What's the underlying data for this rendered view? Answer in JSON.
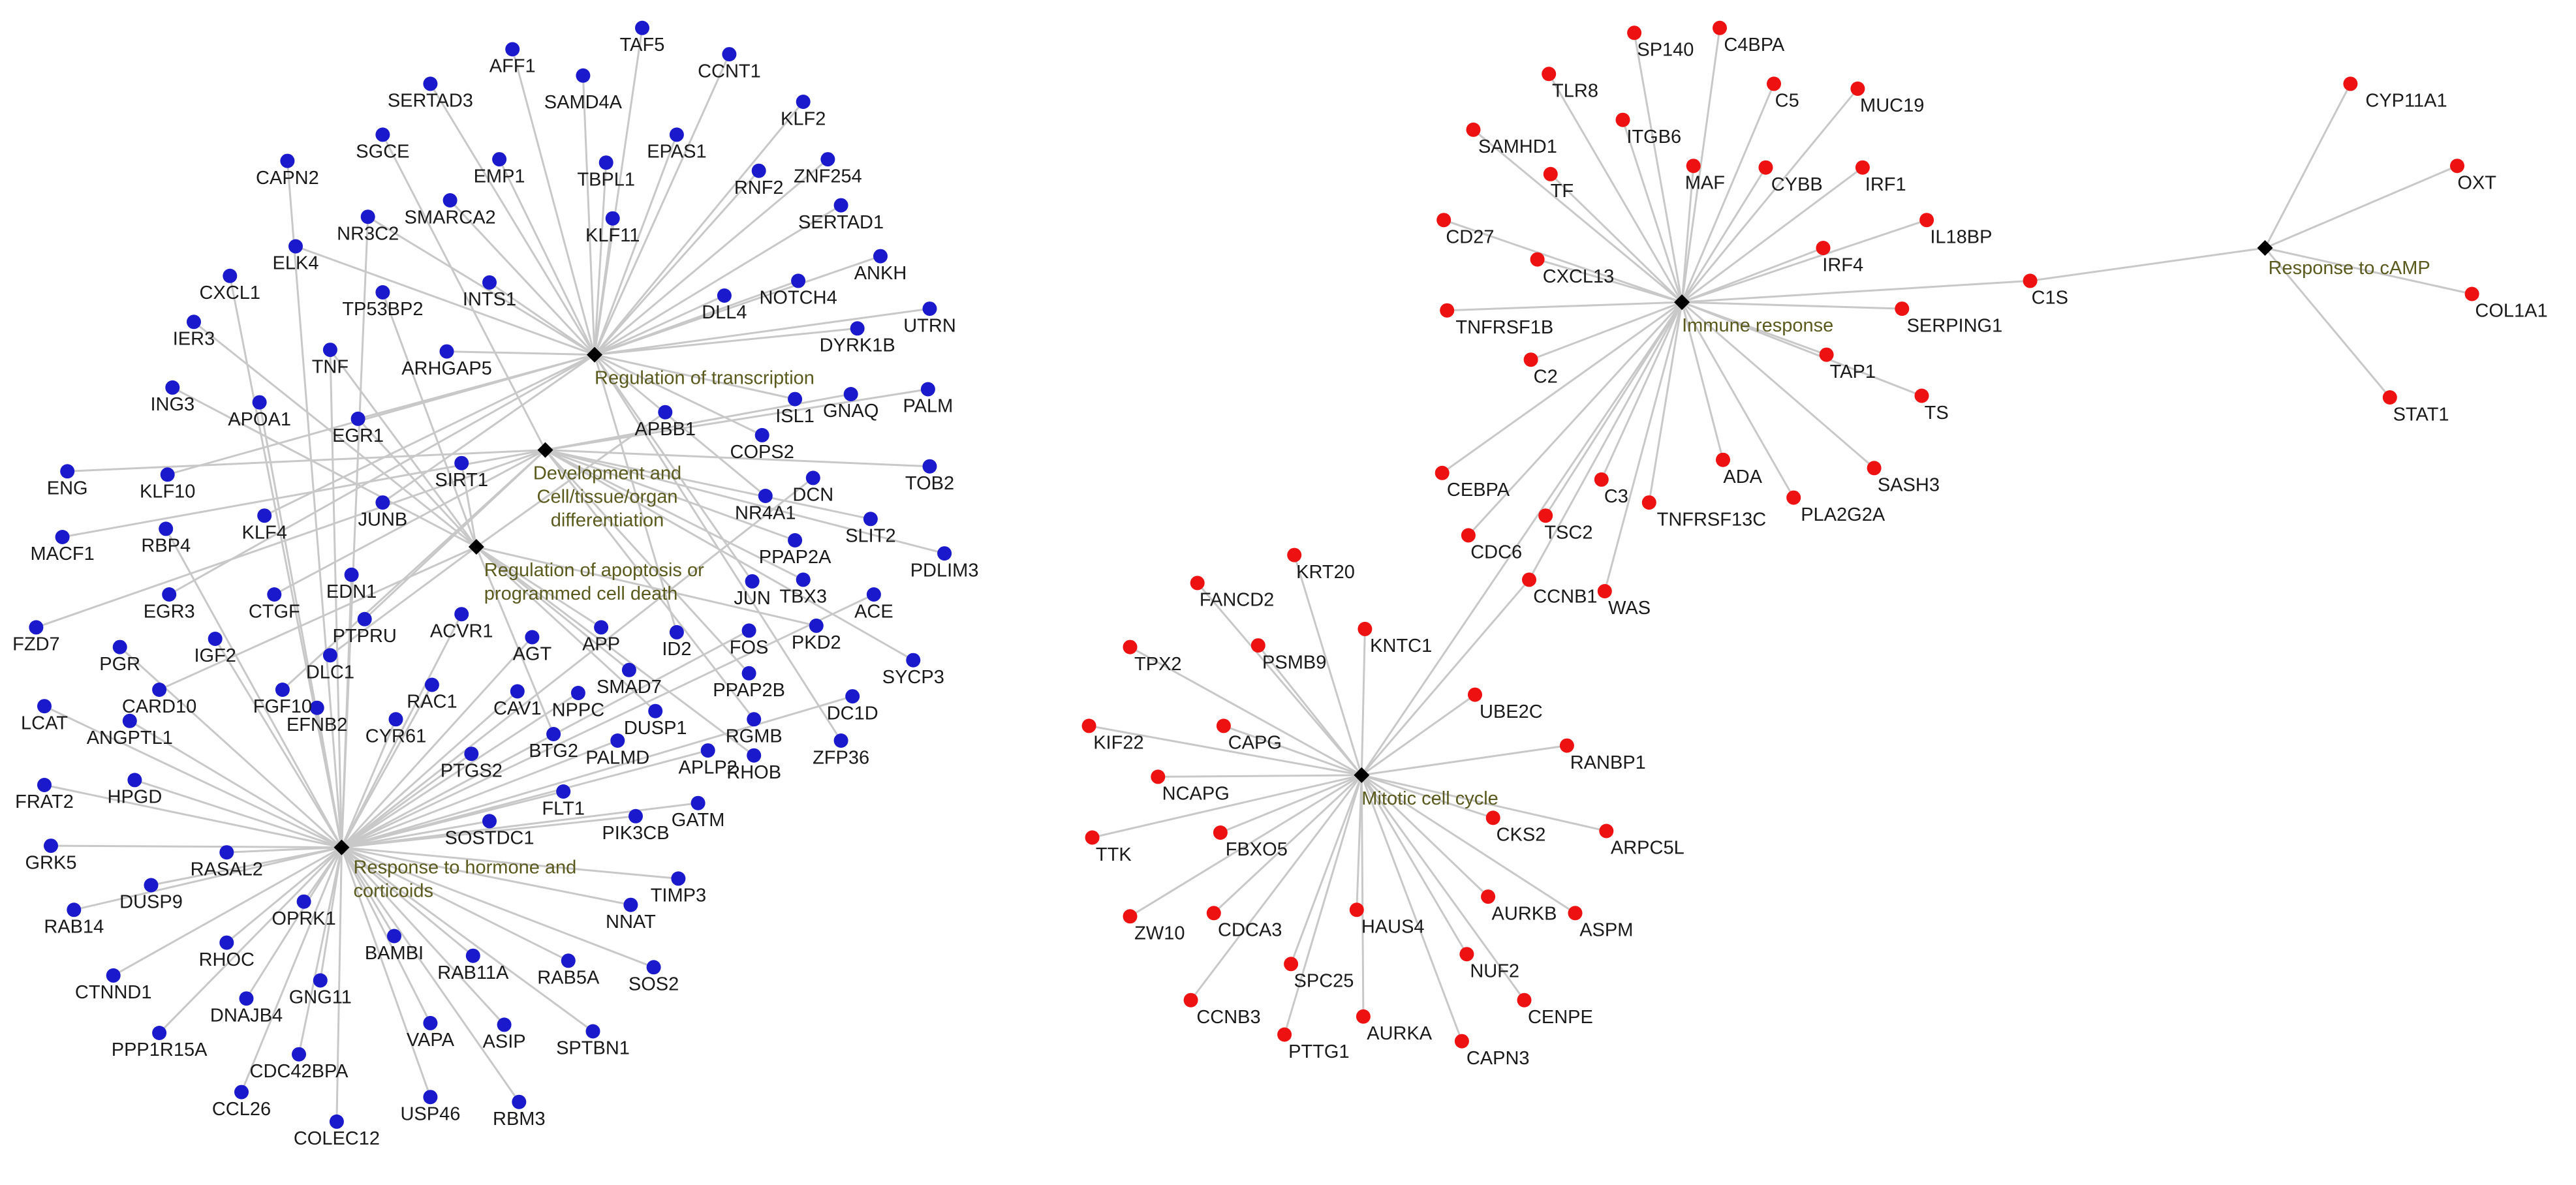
{
  "colors": {
    "left_node": "#1a1acc",
    "right_node": "#ee1111",
    "hub": "#000000",
    "edge": "#c8c8c8",
    "hub_label": "#5a5a1e"
  },
  "networks": [
    {
      "id": "left",
      "node_color_key": "left_node",
      "hubs": [
        {
          "id": "H_transcription",
          "lines": [
            "Regulation of transcription"
          ]
        },
        {
          "id": "H_development",
          "lines": [
            "Development and",
            "Cell/tissue/organ",
            "differentiation"
          ]
        },
        {
          "id": "H_apoptosis",
          "lines": [
            "Regulation of apoptosis or",
            "programmed cell death"
          ]
        },
        {
          "id": "H_hormone",
          "lines": [
            "Response to hormone and",
            "corticoids"
          ]
        }
      ],
      "genes": [
        "AFF1",
        "TAF5",
        "CCNT1",
        "SERTAD3",
        "SAMD4A",
        "KLF2",
        "SGCE",
        "EMP1",
        "EPAS1",
        "ZNF254",
        "CAPN2",
        "TBPL1",
        "RNF2",
        "SERTAD1",
        "NR3C2",
        "SMARCA2",
        "KLF11",
        "ANKH",
        "ELK4",
        "INTS1",
        "NOTCH4",
        "CXCL1",
        "TP53BP2",
        "DLL4",
        "UTRN",
        "IER3",
        "DYRK1B",
        "TNF",
        "ARHGAP5",
        "ING3",
        "APOA1",
        "ISL1",
        "GNAQ",
        "PALM",
        "EGR1",
        "APBB1",
        "ENG",
        "KLF10",
        "SIRT1",
        "COPS2",
        "TOB2",
        "MACF1",
        "RBP4",
        "KLF4",
        "JUNB",
        "DCN",
        "NR4A1",
        "SLIT2",
        "PDLIM3",
        "EGR3",
        "CTGF",
        "EDN1",
        "PPAP2A",
        "ACE",
        "FZD7",
        "PGR",
        "PTPRU",
        "ACVR1",
        "JUN",
        "TBX3",
        "IGF2",
        "DLC1",
        "AGT",
        "APP",
        "ID2",
        "FOS",
        "PKD2",
        "SYCP3",
        "CARD10",
        "FGF10",
        "RAC1",
        "CAV1",
        "NPPC",
        "SMAD7",
        "PPAP2B",
        "LCAT",
        "DC1D",
        "ANGPTL1",
        "EFNB2",
        "CYR61",
        "BTG2",
        "PTGS2",
        "PALMD",
        "DUSP1",
        "RGMB",
        "ZFP36",
        "FRAT2",
        "HPGD",
        "FLT1",
        "APLP2",
        "RHOB",
        "GRK5",
        "GATM",
        "RASAL2",
        "SOSTDC1",
        "PIK3CB",
        "DUSP9",
        "TIMP3",
        "RAB14",
        "OPRK1",
        "NNAT",
        "RHOC",
        "BAMBI",
        "RAB11A",
        "RAB5A",
        "CTNND1",
        "SOS2",
        "DNAJB4",
        "GNG11",
        "ASIP",
        "SPTBN1",
        "PPP1R15A",
        "CDC42BPA",
        "VAPA",
        "CCL26",
        "USP46",
        "RBM3",
        "COLEC12"
      ]
    },
    {
      "id": "right",
      "node_color_key": "right_node",
      "hubs": [
        {
          "id": "H_immune",
          "lines": [
            "Immune response"
          ]
        },
        {
          "id": "H_camp",
          "lines": [
            "Response to cAMP"
          ]
        },
        {
          "id": "H_mitotic",
          "lines": [
            "Mitotic cell cycle"
          ]
        }
      ],
      "genes": [
        "SP140",
        "C4BPA",
        "TLR8",
        "C5",
        "MUC19",
        "SAMHD1",
        "ITGB6",
        "MAF",
        "TF",
        "CYBB",
        "IRF1",
        "CD27",
        "IRF4",
        "IL18BP",
        "CXCL13",
        "TNFRSF1B",
        "SERPING1",
        "C2",
        "TAP1",
        "TS",
        "ADA",
        "SASH3",
        "CEBPA",
        "C3",
        "TNFRSF13C",
        "PLA2G2A",
        "CDC6",
        "TSC2",
        "CCNB1",
        "WAS",
        "C1S",
        "CYP11A1",
        "OXT",
        "COL1A1",
        "STAT1",
        "KRT20",
        "FANCD2",
        "TPX2",
        "PSMB9",
        "KNTC1",
        "KIF22",
        "CAPG",
        "UBE2C",
        "NCAPG",
        "RANBP1",
        "TTK",
        "FBXO5",
        "CKS2",
        "ARPC5L",
        "ZW10",
        "CDCA3",
        "HAUS4",
        "AURKB",
        "ASPM",
        "SPC25",
        "NUF2",
        "CCNB3",
        "AURKA",
        "CENPE",
        "PTTG1",
        "CAPN3"
      ]
    }
  ]
}
